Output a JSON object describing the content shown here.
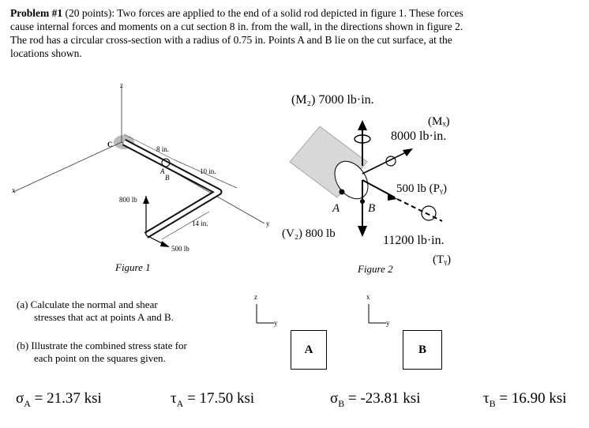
{
  "problem": {
    "title": "Problem #1",
    "points": "(20 points): Two forces are applied to the end of a solid rod depicted in figure 1. These forces cause internal forces and moments on a cut section 8 in. from the wall, in the directions shown in figure 2.  The rod has a circular cross-section with a radius of 0.75 in.  Points A and B lie on the cut surface, at the locations shown."
  },
  "figure1": {
    "caption": "Figure 1",
    "labels": {
      "z": "z",
      "x": "x",
      "y": "y",
      "c": "C",
      "a": "A",
      "b": "B",
      "dim8": "8 in.",
      "dim10": "10 in.",
      "dim14": "14 in.",
      "f800": "800 lb",
      "f500": "500 lb"
    }
  },
  "figure2": {
    "caption": "Figure 2",
    "mz": "(M₂) 7000 lb·in.",
    "mx_label": "(Mₓ)",
    "mx_value": "8000 lb·in.",
    "py": "500 lb (Pᵧ)",
    "vz": "(V₂) 800 lb",
    "ty_value": "11200 lb·in.",
    "ty_label": "(Tᵧ)",
    "point_a": "A",
    "point_b": "B"
  },
  "questions": {
    "a_line1": "(a) Calculate the normal and shear",
    "a_line2": "stresses that act at points A and B.",
    "b_line1": "(b) Illustrate the combined stress state for",
    "b_line2": "each point on the squares given."
  },
  "axes": {
    "left_up": "z",
    "left_right": "y",
    "right_up": "x",
    "right_right": "y"
  },
  "boxes": {
    "a": "A",
    "b": "B"
  },
  "answers": {
    "sigma_a_sym": "σ",
    "sigma_a_sub": "A",
    "sigma_a_val": " = 21.37 ksi",
    "tau_a_sym": "τ",
    "tau_a_sub": "A",
    "tau_a_val": " = 17.50 ksi",
    "sigma_b_sym": "σ",
    "sigma_b_sub": "B",
    "sigma_b_val": " = -23.81 ksi",
    "tau_b_sym": "τ",
    "tau_b_sub": "B",
    "tau_b_val": " = 16.90 ksi"
  }
}
